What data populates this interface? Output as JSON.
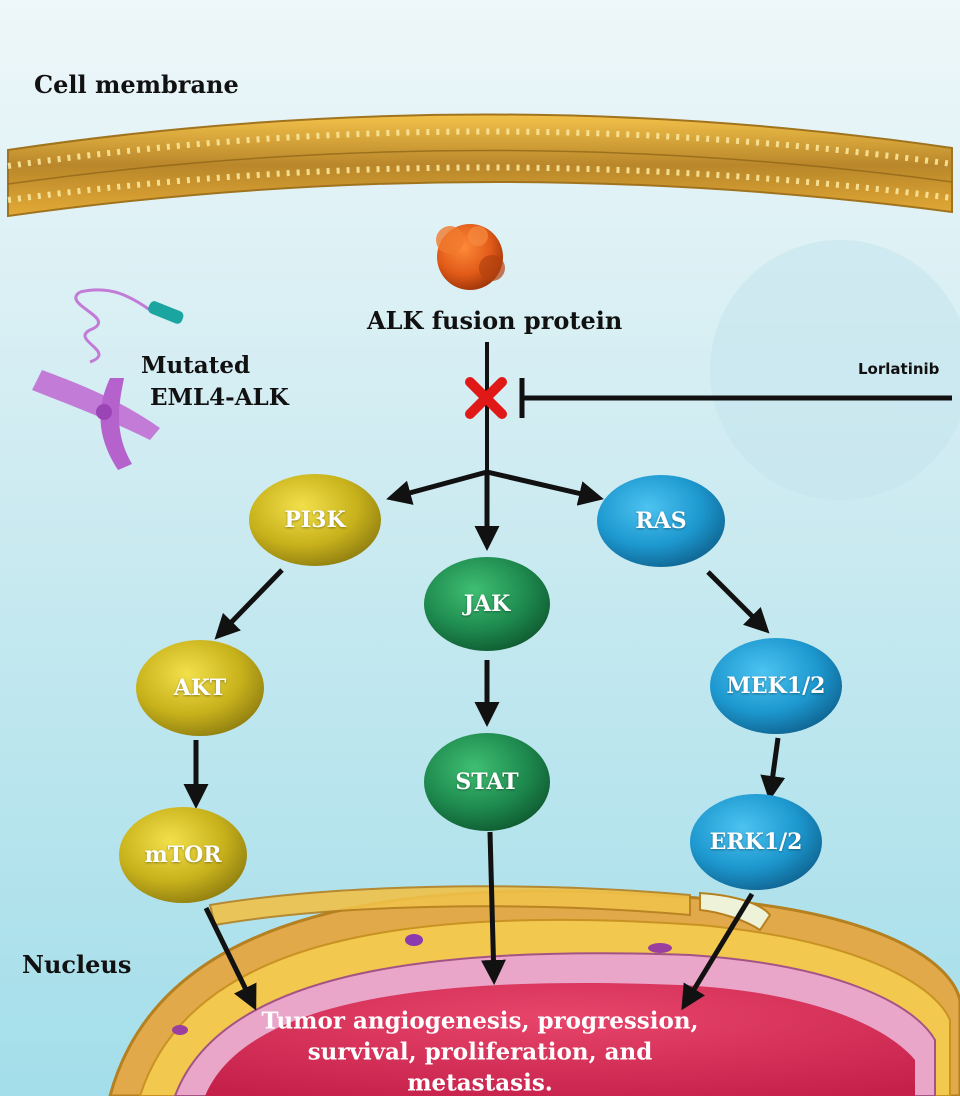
{
  "labels": {
    "cell_membrane": "Cell membrane",
    "fusion_protein": "ALK fusion protein",
    "mutated_line1": "Mutated",
    "mutated_line2": "EML4-ALK",
    "inhibitor": "Lorlatinib",
    "nucleus": "Nucleus"
  },
  "nodes": {
    "pi3k": "PI3K",
    "akt": "AKT",
    "mtor": "mTOR",
    "jak": "JAK",
    "stat": "STAT",
    "ras": "RAS",
    "mek": "MEK1/2",
    "erk": "ERK1/2"
  },
  "outcome": {
    "line1": "Tumor angiogenesis, progression,",
    "line2": "survival, proliferation, and metastasis."
  },
  "colors": {
    "background_top": "#e6f3f6",
    "background_bottom": "#a9e1ec",
    "membrane": "#d9a531",
    "fusion_protein": "#e05a18",
    "pi3k_akt_mtor_pathway": "#c9b41c",
    "jak_stat_pathway": "#1e8a4e",
    "ras_mek_erk_pathway": "#1d98cf",
    "nucleus": "#d8355c",
    "inhibition_mark": "#e01818",
    "chromosome": "#c27bd6",
    "arrow": "#111111"
  }
}
